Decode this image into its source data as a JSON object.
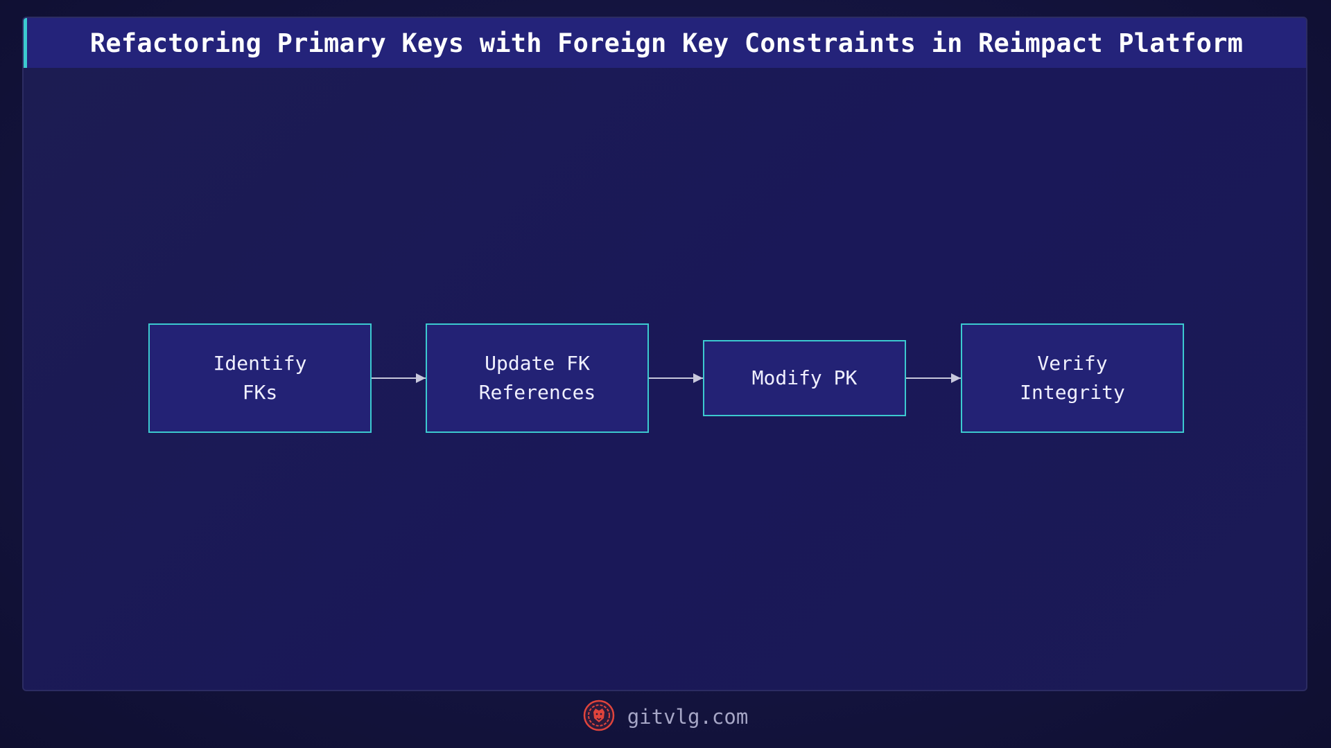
{
  "title": "Refactoring Primary Keys with Foreign Key Constraints in Reimpact Platform",
  "colors": {
    "accent": "#3ccad0",
    "node_fill": "#232275",
    "title_bar": "#24237a",
    "arrow": "#c8c8dc",
    "logo": "#e0443c"
  },
  "nodes": [
    {
      "id": "identify",
      "label": "Identify\n FKs"
    },
    {
      "id": "update",
      "label": "Update FK\n References"
    },
    {
      "id": "modify",
      "label": "Modify PK"
    },
    {
      "id": "verify",
      "label": "Verify\n Integrity"
    }
  ],
  "edges": [
    {
      "from": "identify",
      "to": "update"
    },
    {
      "from": "update",
      "to": "modify"
    },
    {
      "from": "modify",
      "to": "verify"
    }
  ],
  "footer": {
    "logo_icon": "lion-logo-icon",
    "text": "gitvlg.com"
  }
}
